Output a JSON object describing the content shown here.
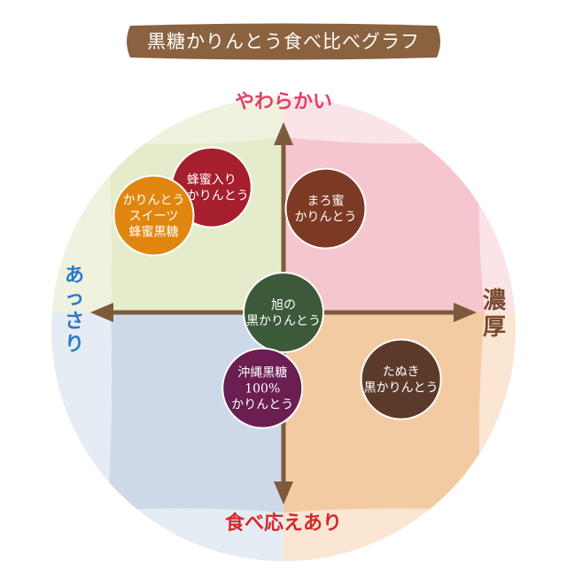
{
  "title": "黒糖かりんとう食べ比べグラフ",
  "chart_data": {
    "type": "scatter",
    "axes": {
      "y_top": "やわらかい",
      "y_bottom": "食べ応えあり",
      "x_left": "あっさり",
      "x_right": "濃厚"
    },
    "xlim": [
      -1,
      1
    ],
    "ylim": [
      -1,
      1
    ],
    "points": [
      {
        "label_lines": [
          "蜂蜜入り",
          "黒かりんとう"
        ],
        "x": -0.41,
        "y": 0.71,
        "color": "#a51f2e"
      },
      {
        "label_lines": [
          "かりんとう",
          "スイーツ",
          "蜂蜜黒糖"
        ],
        "x": -0.74,
        "y": 0.55,
        "color": "#e0860f"
      },
      {
        "label_lines": [
          "まろ蜜",
          "かりんとう"
        ],
        "x": 0.24,
        "y": 0.59,
        "color": "#7c3a24"
      },
      {
        "label_lines": [
          "旭の",
          "黒かりんとう"
        ],
        "x": 0.0,
        "y": 0.0,
        "color": "#3c5a3a"
      },
      {
        "label_lines": [
          "沖縄黒糖",
          "100%",
          "かりんとう"
        ],
        "x": -0.12,
        "y": -0.43,
        "color": "#6a1e52"
      },
      {
        "label_lines": [
          "たぬき",
          "黒かりんとう"
        ],
        "x": 0.67,
        "y": -0.38,
        "color": "#5c3a2a"
      }
    ]
  },
  "colors": {
    "banner": "#8a6240",
    "quadrant_tl": "#e5eccb",
    "quadrant_tr": "#f5c6cd",
    "quadrant_bl": "#cdd9e8",
    "quadrant_br": "#f3cba3",
    "arrow": "#7e5a3c",
    "label_top": "#e0406a",
    "label_bottom": "#d4282a",
    "label_left": "#2a7ac4",
    "label_right": "#7a4a2c"
  }
}
